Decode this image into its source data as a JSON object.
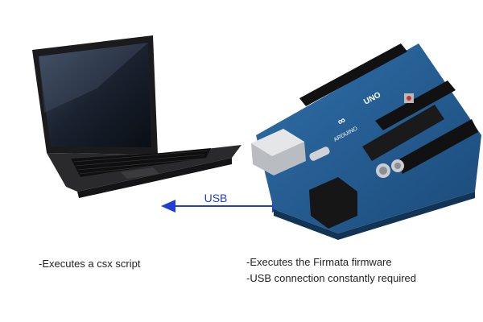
{
  "connection": {
    "label": "USB",
    "color": "#1f3ed6"
  },
  "computer": {
    "icon": "laptop-icon",
    "caption": "-Executes a csx script"
  },
  "board": {
    "icon": "arduino-uno-board-icon",
    "brand_text": "UNO",
    "maker_text": "ARDUINO",
    "captions": [
      "-Executes the Firmata firmware",
      "-USB connection constantly required"
    ]
  }
}
